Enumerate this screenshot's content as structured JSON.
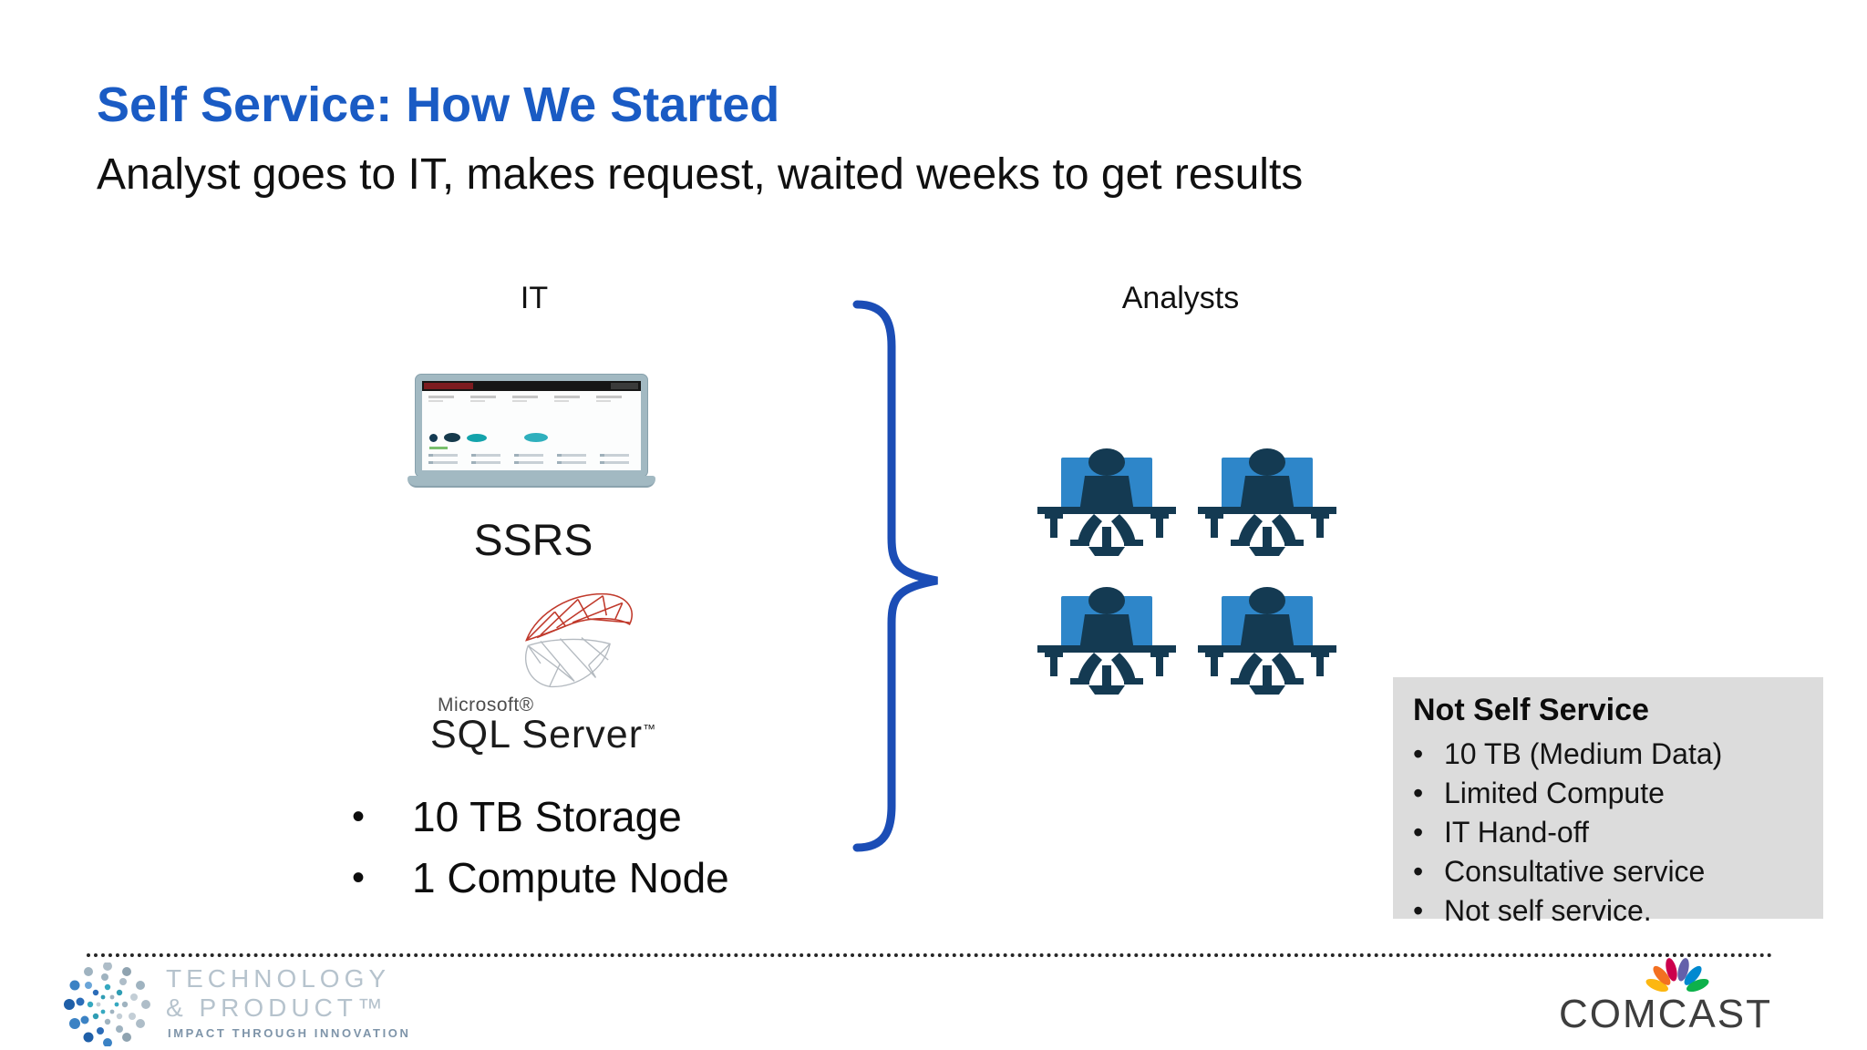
{
  "slide": {
    "title": "Self Service: How We Started",
    "subtitle": "Analyst goes to IT, makes request, waited weeks to get results",
    "bullet_char": "•",
    "it_section": {
      "label": "IT",
      "ssrs_label": "SSRS",
      "sql_logo": {
        "microsoft": "Microsoft®",
        "product": "SQL Server",
        "trademark": "™"
      },
      "bullets": [
        "10 TB Storage",
        "1 Compute Node"
      ]
    },
    "analysts_section": {
      "label": "Analysts",
      "analyst_count": 4
    },
    "callout_box": {
      "title": "Not Self Service",
      "items": [
        "10 TB (Medium Data)",
        "Limited Compute",
        "IT Hand-off",
        "Consultative service",
        "Not self service."
      ]
    },
    "footer": {
      "technology_product_logo": {
        "line1": "TECHNOLOGY",
        "line2": "& PRODUCT™",
        "tagline": "IMPACT THROUGH INNOVATION"
      },
      "comcast_wordmark": "COMCAST"
    },
    "icons": {
      "laptop-ssrs-dashboard-icon": "laptop showing SSRS red/green report dashboard",
      "sql-server-swoosh-icon": "red and gray wireframe swoosh",
      "analyst-at-desk-icon": "person silhouette seated at desk with blue monitor",
      "curly-brace-icon": "large right curly brace",
      "dot-swirl-logo-icon": "swirl made of blue and gray dots",
      "comcast-peacock-icon": "six-feather peacock"
    },
    "colors": {
      "title_blue": "#1a5bc4",
      "brace_blue": "#1b4db6",
      "monitor_blue": "#2e86c9",
      "silhouette_navy": "#143a52",
      "box_gray": "#dcdcdc",
      "sql_red": "#c0392b",
      "sql_gray": "#b4bac0",
      "laptop_gray": "#a2b9c2",
      "gauge_red": "#c64936",
      "gauge_green": "#5fb457",
      "teal_accent": "#13a3ab",
      "brand_text_gray": "#b6c3cd",
      "tagline_blue_gray": "#7e94a9",
      "comcast_dark": "#3e3e3e",
      "peacock_yellow": "#fcb711",
      "peacock_orange": "#f37021",
      "peacock_red": "#cc004c",
      "peacock_purple": "#6460aa",
      "peacock_blue": "#0089d0",
      "peacock_green": "#0db14b"
    }
  }
}
